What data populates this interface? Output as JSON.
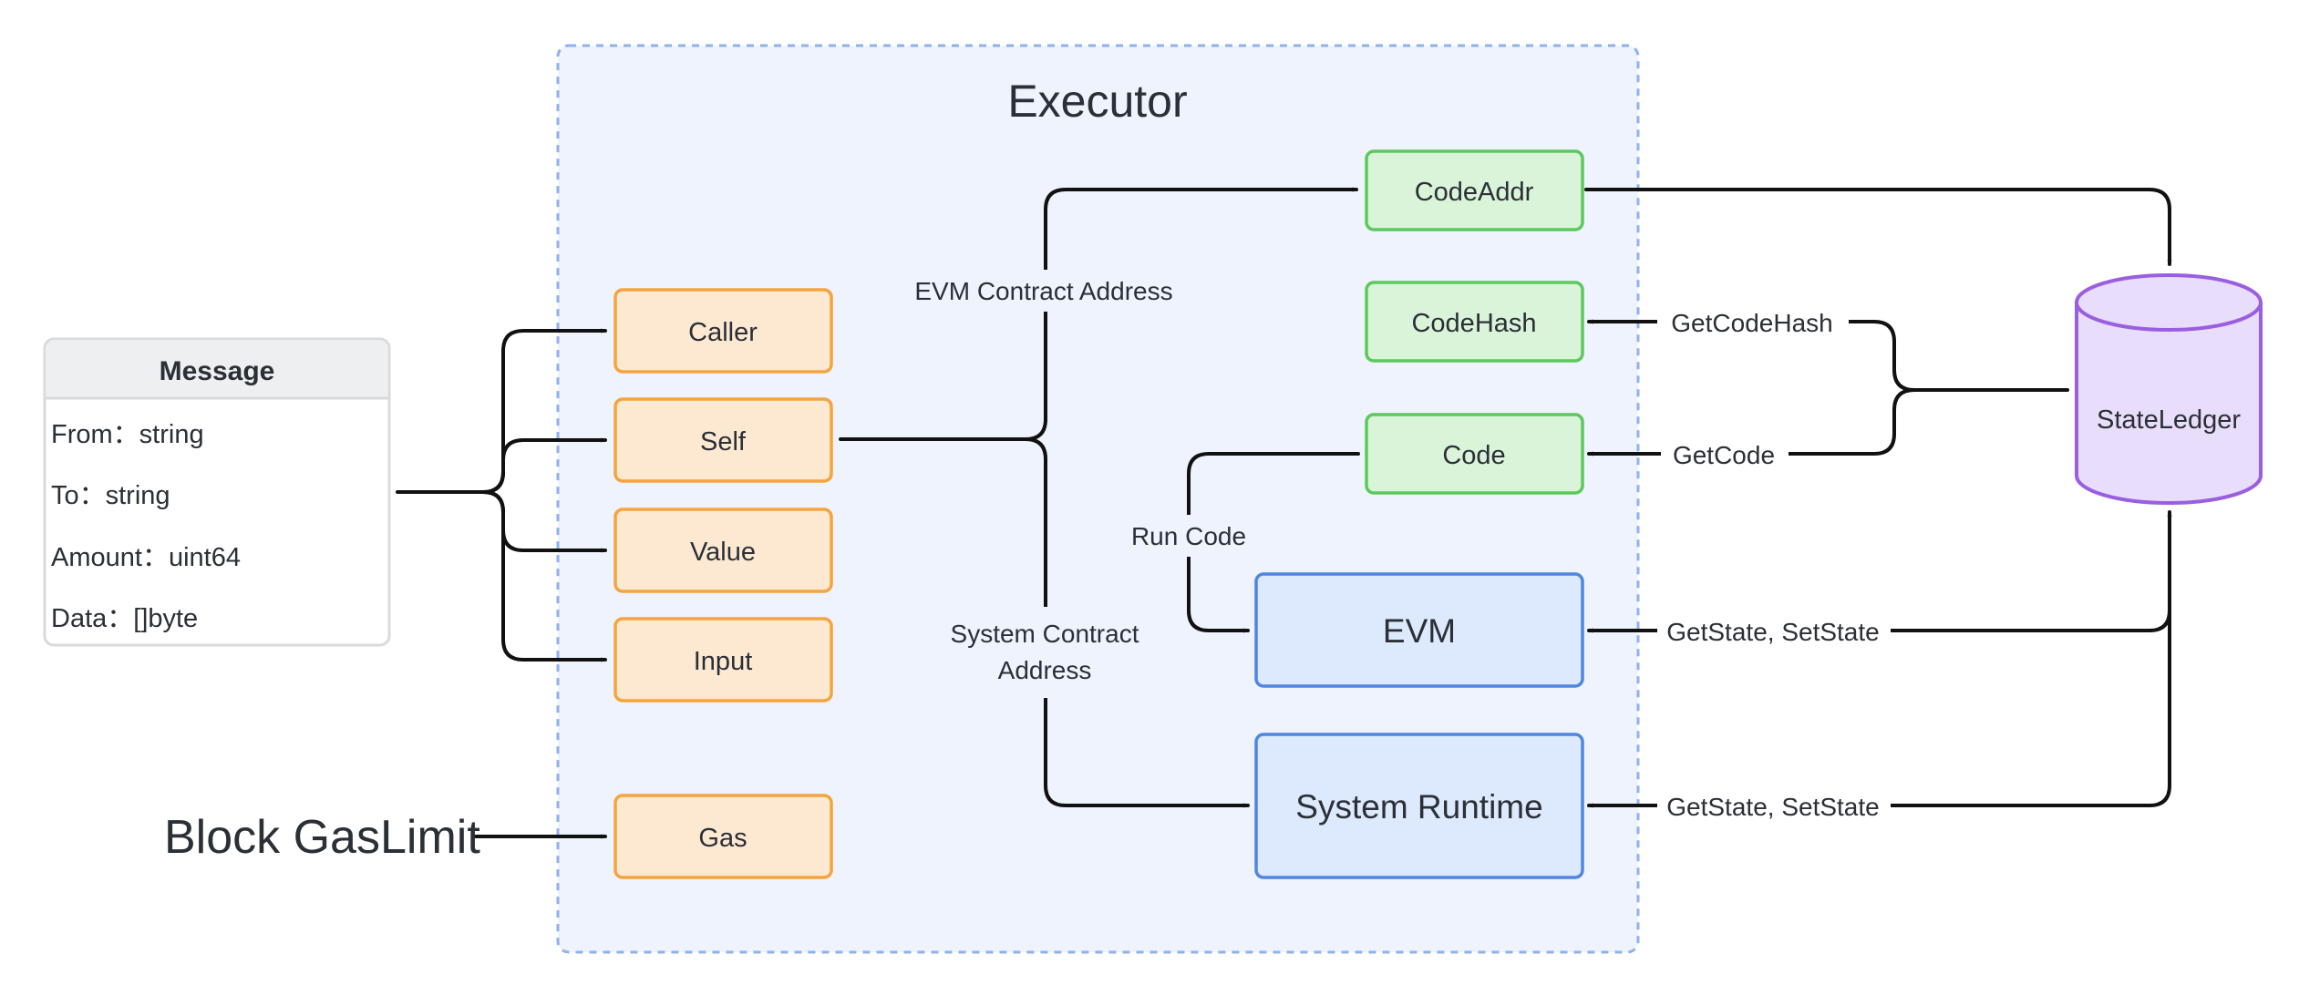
{
  "executor": {
    "title": "Executor"
  },
  "message": {
    "header": "Message",
    "fields": [
      "From：string",
      "To：string",
      "Amount：uint64",
      "Data：[]byte"
    ]
  },
  "block_gas_limit": "Block GasLimit",
  "inputs": {
    "caller": "Caller",
    "self": "Self",
    "value": "Value",
    "input": "Input",
    "gas": "Gas"
  },
  "nodes": {
    "code_addr": "CodeAddr",
    "code_hash": "CodeHash",
    "code": "Code",
    "evm": "EVM",
    "system_runtime": "System Runtime",
    "state_ledger": "StateLedger"
  },
  "edges": {
    "evm_contract_address": "EVM Contract Address",
    "system_contract_address_line1": "System Contract",
    "system_contract_address_line2": "Address",
    "run_code": "Run Code",
    "get_code_hash": "GetCodeHash",
    "get_code": "GetCode",
    "evm_state": "GetState, SetState",
    "runtime_state": "GetState, SetState"
  },
  "colors": {
    "input_fill": "#fde8d2",
    "input_stroke": "#f5a43e",
    "code_fill": "#d9f4d9",
    "code_stroke": "#5cc95c",
    "engine_fill": "#dde9fd",
    "engine_stroke": "#4f86e0",
    "ledger_fill": "#e8ddfa",
    "ledger_stroke": "#9a5fe0",
    "frame_fill": "#eef3fd",
    "frame_stroke": "#8fb2ec"
  }
}
